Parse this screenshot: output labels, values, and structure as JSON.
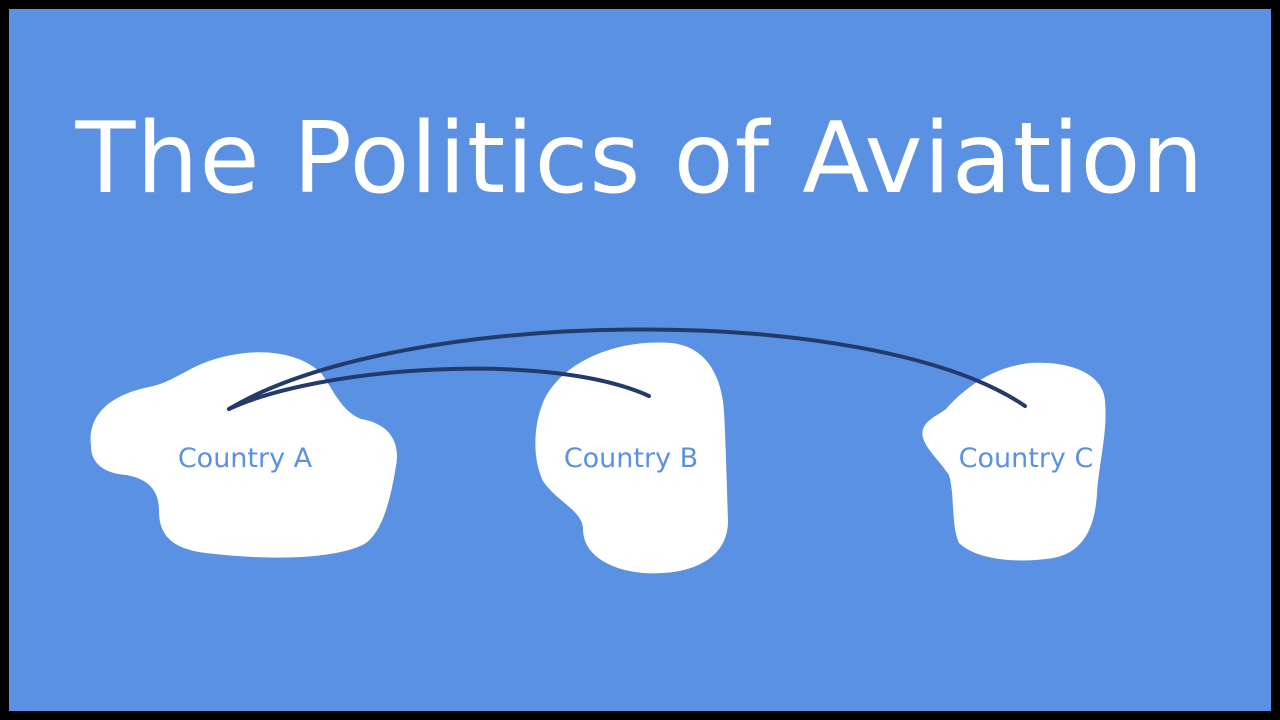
{
  "title": "The Politics of Aviation",
  "colors": {
    "background": "#5b91e3",
    "border": "#000000",
    "title_text": "#ffffff",
    "country_fill": "#ffffff",
    "country_label": "#5b91e3",
    "route_line": "#243a6b"
  },
  "countries": [
    {
      "id": "A",
      "label": "Country A"
    },
    {
      "id": "B",
      "label": "Country B"
    },
    {
      "id": "C",
      "label": "Country C"
    }
  ],
  "routes": [
    {
      "from": "A",
      "to": "B"
    },
    {
      "from": "A",
      "to": "C"
    }
  ]
}
